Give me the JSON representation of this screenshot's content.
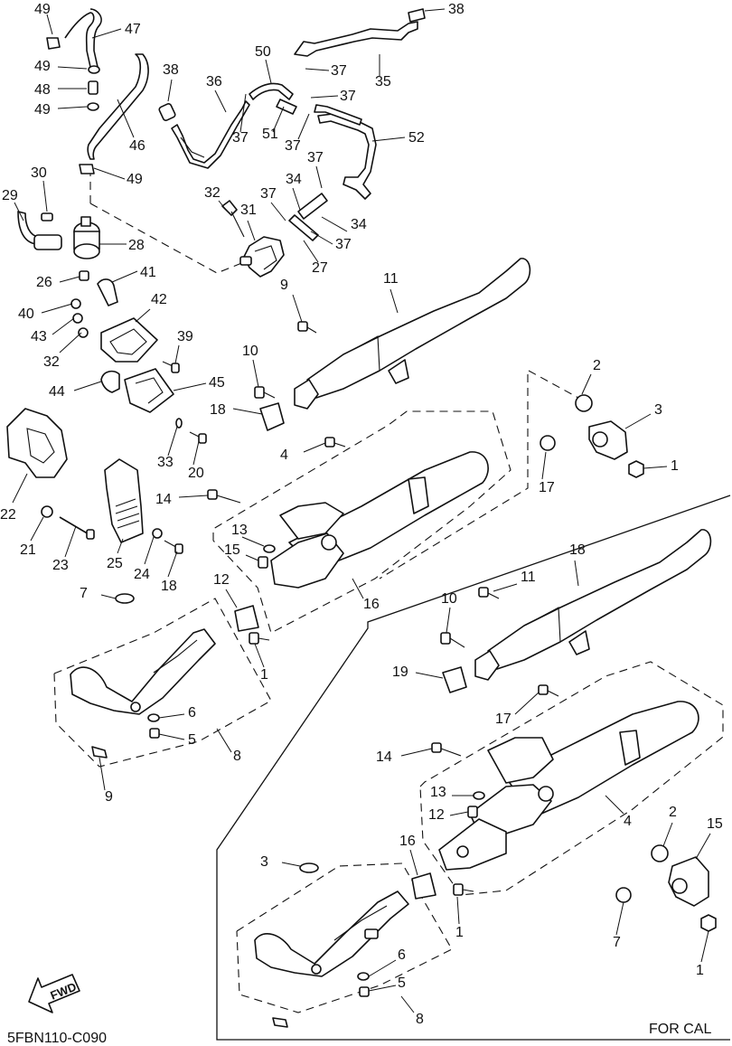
{
  "diagram_code": "5FBN110-C090",
  "region_label": "FOR CAL",
  "direction_label": "FWD",
  "callouts": [
    "49",
    "47",
    "38",
    "49",
    "48",
    "49",
    "46",
    "38",
    "36",
    "50",
    "37",
    "37",
    "35",
    "37",
    "51",
    "37",
    "52",
    "49",
    "30",
    "29",
    "32",
    "31",
    "37",
    "34",
    "37",
    "34",
    "37",
    "27",
    "28",
    "26",
    "41",
    "40",
    "42",
    "43",
    "32",
    "39",
    "45",
    "44",
    "33",
    "20",
    "22",
    "21",
    "23",
    "25",
    "24",
    "18",
    "9",
    "11",
    "10",
    "18",
    "4",
    "2",
    "3",
    "1",
    "17",
    "14",
    "13",
    "15",
    "12",
    "16",
    "1",
    "7",
    "6",
    "5",
    "8",
    "9",
    "18",
    "11",
    "10",
    "19",
    "17",
    "14",
    "13",
    "12",
    "4",
    "2",
    "15",
    "16",
    "1",
    "3",
    "1",
    "7",
    "6",
    "5",
    "8"
  ]
}
